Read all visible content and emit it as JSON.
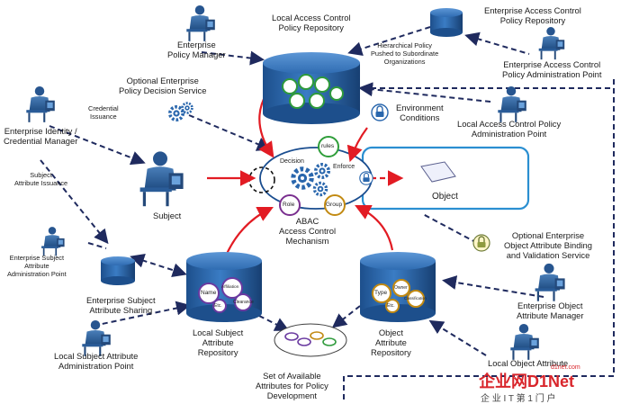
{
  "labels": {
    "enterprise_policy_manager": "Enterprise\nPolicy  Manager",
    "local_acp_repository": "Local Access Control\nPolicy Repository",
    "enterprise_acp_repository": "Enterprise Access Control\nPolicy Repository",
    "hierarchical_policy": "Hierarchical Policy\nPushed to Subordinate\nOrganizations",
    "enterprise_acp_admin_point": "Enterprise Access Control\nPolicy Administration Point",
    "optional_epds": "Optional Enterprise\nPolicy Decision Service",
    "credential_issuance": "Credential\nIssuance",
    "enterprise_identity": "Enterprise Identity /\nCredential Manager",
    "environment_conditions": "Environment\nConditions",
    "local_acp_admin_point": "Local Access Control Policy\nAdministration Point",
    "subject_attribute_issuance": "Subject\nAttribute Issuance",
    "subject": "Subject",
    "object": "Object",
    "abac_mechanism": "ABAC\nAccess Control\nMechanism",
    "enterprise_subject_attr_admin": "Enterprise Subject\nAttribute\nAdministration Point",
    "optional_object_binding": "Optional Enterprise\nObject Attribute Binding\nand Validation Service",
    "enterprise_subject_attr_sharing": "Enterprise Subject\nAttribute Sharing",
    "enterprise_object_attr_manager": "Enterprise Object\nAttribute Manager",
    "local_subject_attr_admin": "Local Subject Attribute\nAdministration Point",
    "local_subject_attr_repo": "Local Subject\nAttribute\nRepository",
    "object_attr_repo": "Object\nAttribute\nRepository",
    "set_of_attributes": "Set of Available\nAttributes for Policy\nDevelopment",
    "local_object_attribute": "Local Object Attribute"
  },
  "mechanism": {
    "decision": "Decision",
    "enforce": "Enforce",
    "rules": "rules",
    "role": "Role",
    "group": "Group"
  },
  "subject_repo_bubbles": {
    "name": "Name",
    "affiliation": "Affiliation",
    "clearance": "Clearance",
    "etc": "Etc."
  },
  "object_repo_bubbles": {
    "type": "Type",
    "owner": "Owner",
    "classification": "Classification",
    "etc": "Etc."
  },
  "watermark": {
    "brand": "企业网D1Net",
    "sub": "企 业  I T 第 1 门 户",
    "url": "d1net.com"
  },
  "colors": {
    "cylinder_blue": "#2a67ad",
    "arrow_red": "#e21b23",
    "dashed_navy": "#1f2a5e",
    "object_box": "#2b8fd1",
    "watermark_red": "#d9262c"
  }
}
